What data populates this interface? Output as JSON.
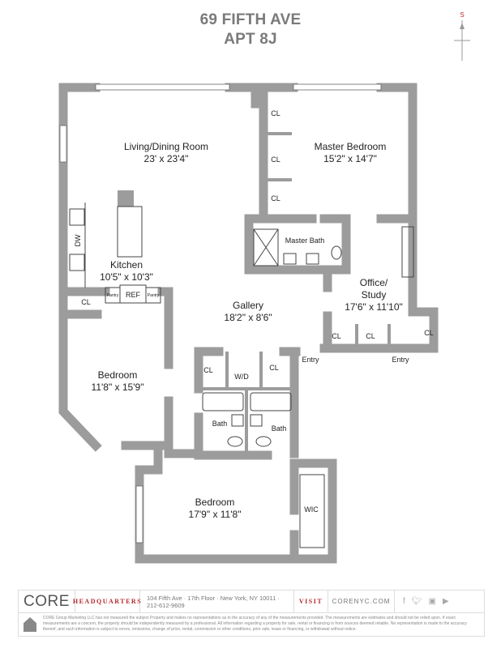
{
  "header": {
    "address": "69 FIFTH AVE",
    "unit": "APT 8J"
  },
  "compass": {
    "direction": "S",
    "color": "#c0282d"
  },
  "rooms": {
    "living": {
      "name": "Living/Dining Room",
      "dims": "23' x 23'4\""
    },
    "master": {
      "name": "Master Bedroom",
      "dims": "15'2\" x 14'7\""
    },
    "master_bath": "Master Bath",
    "kitchen": {
      "name": "Kitchen",
      "dims": "10'5\" x 10'3\""
    },
    "office": {
      "name1": "Office/",
      "name2": "Study",
      "dims": "17'6\" x 11'10\""
    },
    "gallery": {
      "name": "Gallery",
      "dims": "18'2\" x 8'6\""
    },
    "bedroom1": {
      "name": "Bedroom",
      "dims": "11'8\" x 15'9\""
    },
    "bedroom2": {
      "name": "Bedroom",
      "dims": "17'9\" x 11'8\""
    },
    "closet": "CL",
    "dw": "DW",
    "ref": "REF",
    "pantry": "Pantry",
    "wd": "W/D",
    "bath": "Bath",
    "entry": "Entry",
    "wic": "WIC"
  },
  "footer": {
    "logo": "CORE",
    "headquarters_label": "HEADQUARTERS",
    "address": "104 Fifth Ave · 17th Floor · New York, NY 10011 · 212-612-9609",
    "visit_label": "VISIT",
    "website": "CORENYC.COM",
    "social": [
      "facebook-icon",
      "twitter-icon",
      "instagram-icon",
      "youtube-icon"
    ],
    "disclaimer": "CORE Group Marketing LLC has not measured the subject Property and makes no representations as to the accuracy of any of the measurements provided. The measurements are estimates and should not be relied upon. If exact measurements are a concern, the property should be independently measured by a professional. All information regarding a property for sale, rental or financing is from sources deemed reliable. No representation is made to the accuracy thereof, and such information is subject to errors, omissions, change of price, rental, commission or other conditions, prior sale, lease or financing, or withdrawal without notice.",
    "accent": "#b5282d"
  }
}
